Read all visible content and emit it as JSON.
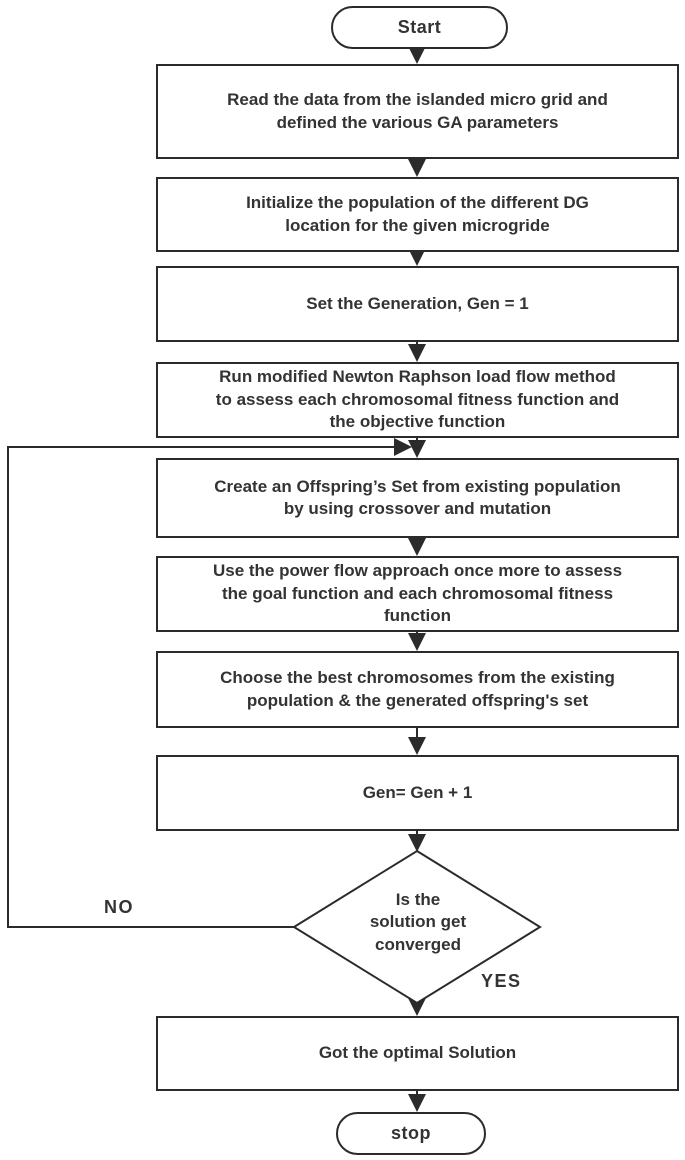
{
  "flowchart": {
    "start_label": "Start",
    "stop_label": "stop",
    "steps": [
      {
        "label": "Read the data from the islanded micro grid and\ndefined the various GA parameters"
      },
      {
        "label": "Initialize the population of the different DG\nlocation for the given microgride"
      },
      {
        "label": "Set the Generation, Gen = 1"
      },
      {
        "label": "Run modified Newton Raphson load flow method\nto assess each chromosomal fitness function and\nthe objective function"
      },
      {
        "label": "Create an Offspring’s Set from existing population\nby using crossover and mutation"
      },
      {
        "label": "Use the power flow approach once more to assess\nthe goal function and each chromosomal fitness\nfunction"
      },
      {
        "label": "Choose the best chromosomes from the existing\npopulation & the generated offspring's set"
      },
      {
        "label": "Gen= Gen + 1"
      },
      {
        "label": "Got the optimal Solution"
      }
    ],
    "decision": {
      "label": "Is the\nsolution get\nconverged",
      "no_label": "NO",
      "yes_label": "YES"
    },
    "colors": {
      "line": "#2b2b2b",
      "text": "#333333",
      "background": "#ffffff"
    }
  }
}
